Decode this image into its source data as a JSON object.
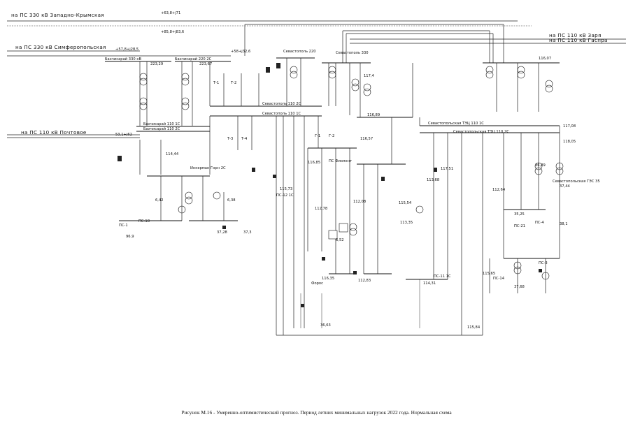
{
  "caption": "Рисунок М.16 - Умеренно-оптимистический прогноз. Период летних минимальных нагрузок 2022 года. Нормальная схема",
  "external_links": {
    "west_crimea_330": "на ПС 330 кВ Западно-Крымская",
    "simferopol_330": "на ПС 330 кВ Симферопольская",
    "pochtovoe_110": "на ПС 110 кВ Почтовое",
    "zarya_110": "на ПС 110 кВ Заря",
    "gaspra_110": "на ПС 110 кВ Гаспра"
  },
  "substations": {
    "bakhchisaray_330": "Бахчисарай 330 кВ",
    "bakhchisaray_220": "Бахчисарай 220 2С",
    "sevastopol_220": "Севастополь 220",
    "sevastopol_330": "Севастополь 330",
    "sevastopol_110": "Севастополь 110 2С",
    "sevastopol_110_1": "Севастополь 110 1С",
    "bakhchisaray_110_1": "Бахчисарай 110 1С",
    "bakhchisaray_110_2": "Бахчисарай 110 2С",
    "inkerman_2": "Инкерман Горн 2С",
    "sevastopol_tpp": "Севастопольская ТЭЦ 110 1С",
    "sevastopol_tpp2": "Севастопольская ТЭЦ 110 2С",
    "sevastopol_ges": "Севастопольская ГЭС 35",
    "ps1": "ПС-1",
    "ps11": "ПС-11 1С",
    "ps12": "ПС-12 1С",
    "ps18": "ПС-18",
    "ps4": "ПС-4",
    "ps14": "ПС-14",
    "ps3": "ПС-3",
    "pc21": "ПС-21",
    "fiolent": "ПС Фиолент",
    "foros": "Форос"
  },
  "values": {
    "v1": "+63,8+j71",
    "v2": "+85,8+j83,6",
    "v3": "+57,8+j28,5",
    "v4": "+58+j32,6",
    "v5": "53,1+j62",
    "v6": "223,29",
    "v7": "223,67",
    "v8": "116,57",
    "v9": "118,05",
    "v10": "116,89",
    "v11": "117,08",
    "v12": "114,44",
    "v13": "36,63",
    "v14": "115,73",
    "v15": "113,35",
    "v16": "112,78",
    "v17": "112,08",
    "v18": "116,85",
    "v19": "113,68",
    "v20": "112,64",
    "v21": "112,83",
    "v22": "115,84",
    "v23": "114,31",
    "v24": "115,54",
    "v25": "96,9",
    "v26": "36,89",
    "v27": "35,25",
    "v28": "37,68",
    "v29": "37,44",
    "v30": "38,1",
    "v31": "6,52",
    "v32": "6,38",
    "v33": "6,42",
    "v34": "37,28",
    "v35": "37,3",
    "v36": "116,35",
    "v37": "117,51",
    "v38": "115,65",
    "v39": "117,4",
    "v40": "116,07"
  },
  "legend_labels": {
    "g1": "Т-1",
    "g2": "Т-2",
    "g3": "Т-3",
    "g4": "Т-4",
    "g5": "Г-1",
    "g6": "Г-2"
  }
}
